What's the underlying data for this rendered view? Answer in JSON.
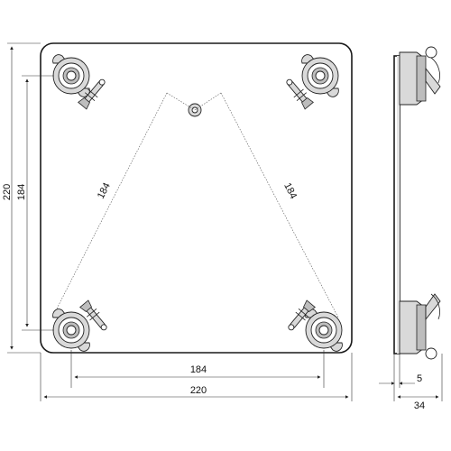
{
  "dimensions": {
    "plate_width": "220",
    "plate_height": "220",
    "bolt_spacing_horizontal": "184",
    "bolt_spacing_vertical": "184",
    "diagonal_left": "184",
    "diagonal_right": "184",
    "plate_thickness": "5",
    "total_depth": "34"
  }
}
